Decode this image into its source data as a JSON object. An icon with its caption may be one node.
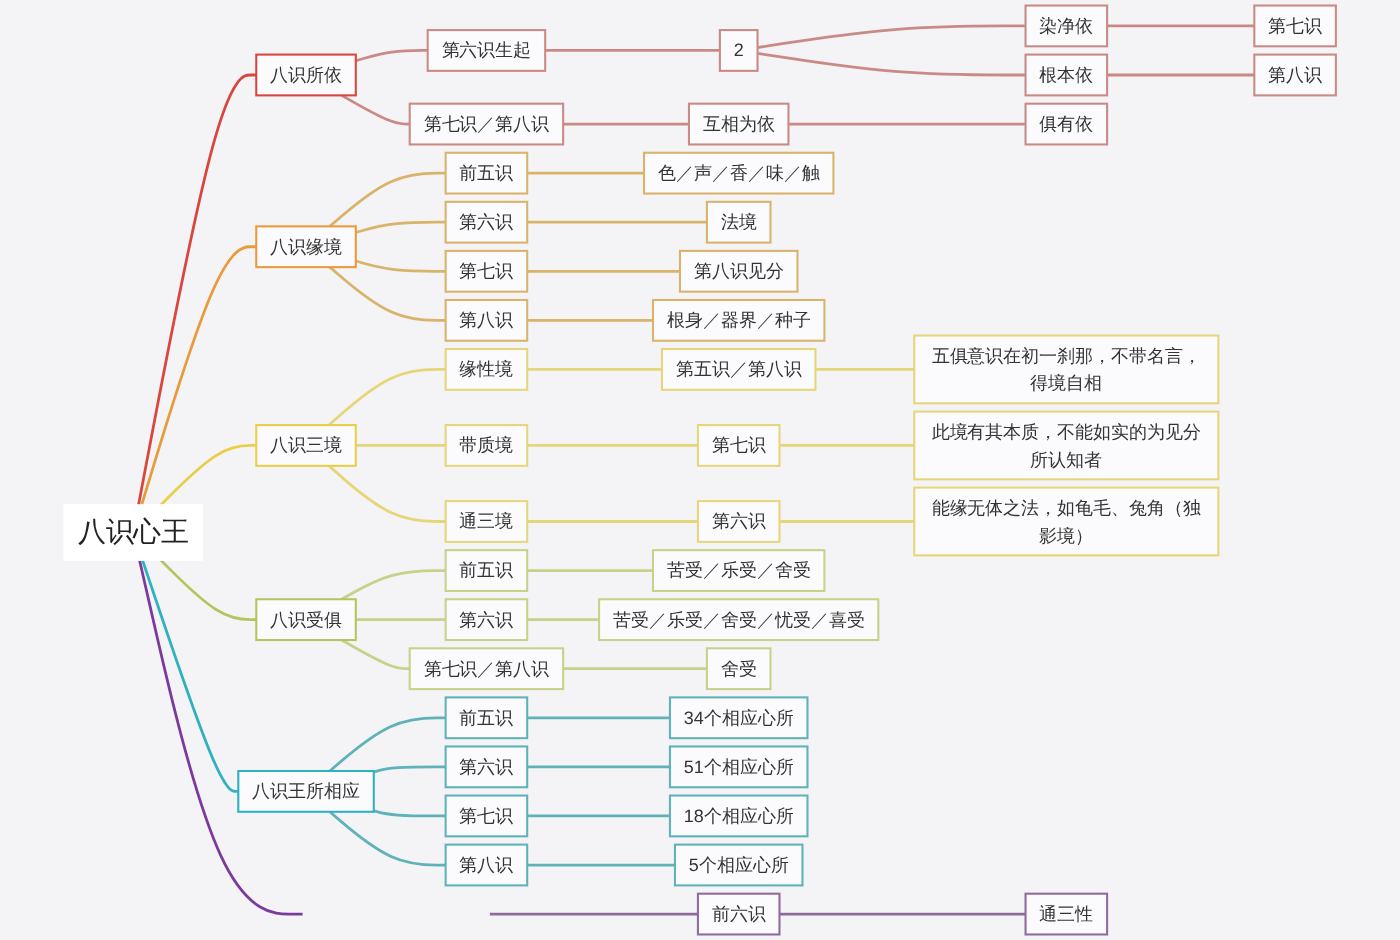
{
  "diagram": {
    "nodes": [
      {
        "text": [
          "八识心王"
        ]
      },
      {
        "text": [
          "八识所依"
        ]
      },
      {
        "text": [
          "第六识生起"
        ]
      },
      {
        "text": [
          "2"
        ]
      },
      {
        "text": [
          "染净依"
        ]
      },
      {
        "text": [
          "第七识"
        ]
      },
      {
        "text": [
          "根本依"
        ]
      },
      {
        "text": [
          "第八识"
        ]
      },
      {
        "text": [
          "第七识／第八识"
        ]
      },
      {
        "text": [
          "互相为依"
        ]
      },
      {
        "text": [
          "俱有依"
        ]
      },
      {
        "text": [
          "八识缘境"
        ]
      },
      {
        "text": [
          "前五识"
        ]
      },
      {
        "text": [
          "色／声／香／味／触"
        ]
      },
      {
        "text": [
          "第六识"
        ]
      },
      {
        "text": [
          "法境"
        ]
      },
      {
        "text": [
          "第七识"
        ]
      },
      {
        "text": [
          "第八识见分"
        ]
      },
      {
        "text": [
          "第八识"
        ]
      },
      {
        "text": [
          "根身／器界／种子"
        ]
      },
      {
        "text": [
          "八识三境"
        ]
      },
      {
        "text": [
          "缘性境"
        ]
      },
      {
        "text": [
          "第五识／第八识"
        ]
      },
      {
        "text": [
          "五俱意识在初一刹那，不带名言，得境自相"
        ]
      },
      {
        "text": [
          "带质境"
        ]
      },
      {
        "text": [
          "第七识"
        ]
      },
      {
        "text": [
          "此境有其本质，不能如实的为见分所认知者"
        ]
      },
      {
        "text": [
          "通三境"
        ]
      },
      {
        "text": [
          "第六识"
        ]
      },
      {
        "text": [
          "能缘无体之法，如龟毛、兔角（独影境）"
        ]
      },
      {
        "text": [
          "八识受俱"
        ]
      },
      {
        "text": [
          "前五识"
        ]
      },
      {
        "text": [
          "苦受／乐受／舍受"
        ]
      },
      {
        "text": [
          "第六识"
        ]
      },
      {
        "text": [
          "苦受／乐受／舍受／忧受／喜受"
        ]
      },
      {
        "text": [
          "第七识／第八识"
        ]
      },
      {
        "text": [
          "舍受"
        ]
      },
      {
        "text": [
          "八识王所相应"
        ]
      },
      {
        "text": [
          "前五识"
        ]
      },
      {
        "text": [
          "34个相应心所"
        ]
      },
      {
        "text": [
          "第六识"
        ]
      },
      {
        "text": [
          "51个相应心所"
        ]
      },
      {
        "text": [
          "第七识"
        ]
      },
      {
        "text": [
          "18个相应心所"
        ]
      },
      {
        "text": [
          "第八识"
        ]
      },
      {
        "text": [
          "5个相应心所"
        ]
      },
      {
        "text": [
          "前六识"
        ]
      },
      {
        "text": [
          "通三性"
        ]
      }
    ],
    "edges": [
      {
        "from": 0,
        "to": 1,
        "arrow": "none",
        "color": "#d9463e"
      },
      {
        "from": 1,
        "to": 2,
        "arrow": "none",
        "color": "#c98a86"
      },
      {
        "from": 2,
        "to": 3,
        "arrow": "none",
        "color": "#c98a86"
      },
      {
        "from": 3,
        "to": 4,
        "arrow": "none",
        "color": "#c98a86"
      },
      {
        "from": 4,
        "to": 5,
        "arrow": "none",
        "color": "#c98a86"
      },
      {
        "from": 3,
        "to": 6,
        "arrow": "none",
        "color": "#c98a86"
      },
      {
        "from": 6,
        "to": 7,
        "arrow": "none",
        "color": "#c98a86"
      },
      {
        "from": 1,
        "to": 8,
        "arrow": "none",
        "color": "#c98a86"
      },
      {
        "from": 8,
        "to": 9,
        "arrow": "none",
        "color": "#c98a86"
      },
      {
        "from": 9,
        "to": 10,
        "arrow": "none",
        "color": "#c98a86"
      },
      {
        "from": 0,
        "to": 11,
        "arrow": "none",
        "color": "#e89a3c"
      },
      {
        "from": 11,
        "to": 12,
        "arrow": "none",
        "color": "#d9b36a"
      },
      {
        "from": 12,
        "to": 13,
        "arrow": "none",
        "color": "#d9b36a"
      },
      {
        "from": 11,
        "to": 14,
        "arrow": "none",
        "color": "#d9b36a"
      },
      {
        "from": 14,
        "to": 15,
        "arrow": "none",
        "color": "#d9b36a"
      },
      {
        "from": 11,
        "to": 16,
        "arrow": "none",
        "color": "#d9b36a"
      },
      {
        "from": 16,
        "to": 17,
        "arrow": "none",
        "color": "#d9b36a"
      },
      {
        "from": 11,
        "to": 18,
        "arrow": "none",
        "color": "#d9b36a"
      },
      {
        "from": 18,
        "to": 19,
        "arrow": "none",
        "color": "#d9b36a"
      },
      {
        "from": 0,
        "to": 20,
        "arrow": "none",
        "color": "#e8cf4a"
      },
      {
        "from": 20,
        "to": 21,
        "arrow": "none",
        "color": "#e6d67a"
      },
      {
        "from": 21,
        "to": 22,
        "arrow": "none",
        "color": "#e6d67a"
      },
      {
        "from": 22,
        "to": 23,
        "arrow": "none",
        "color": "#e6d67a"
      },
      {
        "from": 20,
        "to": 24,
        "arrow": "none",
        "color": "#e6d67a"
      },
      {
        "from": 24,
        "to": 25,
        "arrow": "none",
        "color": "#e6d67a"
      },
      {
        "from": 25,
        "to": 26,
        "arrow": "none",
        "color": "#e6d67a"
      },
      {
        "from": 20,
        "to": 27,
        "arrow": "none",
        "color": "#e6d67a"
      },
      {
        "from": 27,
        "to": 28,
        "arrow": "none",
        "color": "#e6d67a"
      },
      {
        "from": 28,
        "to": 29,
        "arrow": "none",
        "color": "#e6d67a"
      },
      {
        "from": 0,
        "to": 30,
        "arrow": "none",
        "color": "#b7c45e"
      },
      {
        "from": 30,
        "to": 31,
        "arrow": "none",
        "color": "#c9d08a"
      },
      {
        "from": 31,
        "to": 32,
        "arrow": "none",
        "color": "#c9d08a"
      },
      {
        "from": 30,
        "to": 33,
        "arrow": "none",
        "color": "#c9d08a"
      },
      {
        "from": 33,
        "to": 34,
        "arrow": "none",
        "color": "#c9d08a"
      },
      {
        "from": 30,
        "to": 35,
        "arrow": "none",
        "color": "#c9d08a"
      },
      {
        "from": 35,
        "to": 36,
        "arrow": "none",
        "color": "#c9d08a"
      },
      {
        "from": 0,
        "to": 37,
        "arrow": "none",
        "color": "#2fb1c1"
      },
      {
        "from": 37,
        "to": 38,
        "arrow": "none",
        "color": "#5fb3b8"
      },
      {
        "from": 38,
        "to": 39,
        "arrow": "none",
        "color": "#5fb3b8"
      },
      {
        "from": 37,
        "to": 40,
        "arrow": "none",
        "color": "#5fb3b8"
      },
      {
        "from": 40,
        "to": 41,
        "arrow": "none",
        "color": "#5fb3b8"
      },
      {
        "from": 37,
        "to": 42,
        "arrow": "none",
        "color": "#5fb3b8"
      },
      {
        "from": 42,
        "to": 43,
        "arrow": "none",
        "color": "#5fb3b8"
      },
      {
        "from": 37,
        "to": 44,
        "arrow": "none",
        "color": "#5fb3b8"
      },
      {
        "from": 44,
        "to": 45,
        "arrow": "none",
        "color": "#5fb3b8"
      },
      {
        "from": 0,
        "to": null,
        "arrow": "none",
        "color": "#7b3a9c"
      },
      {
        "from": null,
        "to": 46,
        "arrow": "none",
        "color": "#8e6a9e"
      },
      {
        "from": 46,
        "to": 47,
        "arrow": "none",
        "color": "#8e6a9e"
      }
    ]
  }
}
